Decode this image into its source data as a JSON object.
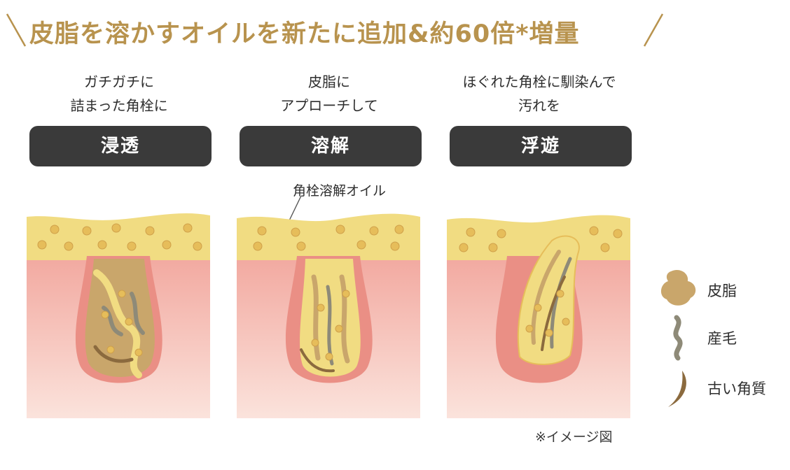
{
  "headline": "皮脂を溶かすオイルを新たに追加&約60倍*増量",
  "columns": [
    {
      "caption_line1": "ガチガチに",
      "caption_line2": "詰まった角栓に",
      "step": "浸透"
    },
    {
      "caption_line1": "皮脂に",
      "caption_line2": "アプローチして",
      "step": "溶解"
    },
    {
      "caption_line1": "ほぐれた角栓に馴染んで",
      "caption_line2": "汚れを",
      "step": "浮遊"
    }
  ],
  "oil_label": "角栓溶解オイル",
  "legend": [
    {
      "label": "皮脂",
      "icon": "sebum-icon"
    },
    {
      "label": "産毛",
      "icon": "vellus-hair-icon"
    },
    {
      "label": "古い角質",
      "icon": "old-keratin-icon"
    }
  ],
  "note": "※イメージ図",
  "colors": {
    "gold": "#b8934e",
    "badge": "#3a3a3a",
    "skin": "#f2b3ab",
    "oil": "#f1dc82",
    "sebum": "#c9a66b",
    "hair": "#8e8a78",
    "keratin": "#8b6a3e"
  }
}
